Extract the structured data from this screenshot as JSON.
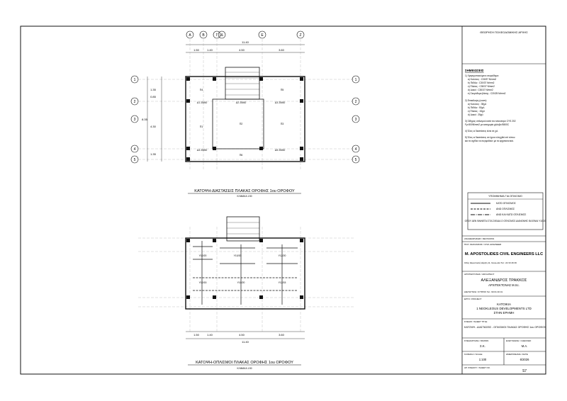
{
  "sheet": {
    "header_stamp": "ΘΕΩΡΗΣΗ ΠΟΛΕΟΔΟΜΙΚΗΣ ΑΡΧΗΣ",
    "notes_title": "ΣΗΜΕΙΩΣΕΙΣ",
    "notes": [
      "1) Χρησιμοποιούμενο σκυρόδεμα:",
      "a) Κολώνες      : C30/37 N/mm2",
      "b) Πέδιλα        : C30/37 N/mm2",
      "c) Πλάκες        : C30/37 N/mm2",
      "d) Δοκοί          : C30/37 N/mm2",
      "e) Σκυρόδεμα βάσης  : C20/25 N/mm2",
      "2) Επικάλυψη (cover):",
      "a) Κολώνες     : 35χιλ",
      "b) Πέδιλα       : 50χιλ",
      "c) Πλάκες       : 15χιλ",
      "d) Δοκοί        : 25χιλ",
      "3) Σίδηρος οπλισμού κατά τον κανονισμό CYS 202",
      "Fy=500N/mm2 με κατηγορία χάλυβα B500C",
      "4) Όλες οι διαστάσεις είναι σε χιλ.",
      "5) Όλες οι διαστάσεις να έχουν ελεγχθεί επί τόπου",
      "και τα σχέδια να συγκριθούν με τα αρχιτεκτονικά."
    ],
    "legend": {
      "title": "ΥΠΟΜΝΗΜΑ ΓΙΑ ΟΠΛΙΣΜΟ",
      "items": [
        "ΚΑΤΩ ΟΠΛΙΣΜΟΣ",
        "ΑΝΩ ΟΠΛΙΣΜΟΣ",
        "ΑΝΩ ΚΑΙ ΚΑΤΩ ΟΠΛΙΣΜΟΣ"
      ],
      "note": "ΟΠΟΥ ΔΕΝ ΦΑΙΝΕΤΑΙ ΣΤΑ ΣΧΕΔΙΑ Ο ΟΠΛΙΣΜΟΣ ΔΙΑΝΟΜΗΣ ΘΑ ΕΙΝΑΙ Y10/20"
    },
    "revisions_label": "ΑΝΑΘΕΩΡΗΣΕΙΣ / REVISIONS",
    "engineer_label": "ΠΟΛ. ΜΗΧΑΝΙΚΟΣ / CIVIL ENGINEER",
    "engineer_name": "M. APOSTOLIDES CIVIL ENGINEERS LLC",
    "engineer_details": "Οδός Θεμιστοκλή Δέρβη 11, Λευκωσία    Tel.: 22 33 46 06",
    "architect_label": "ΑΡΧΙΤΕΚΤΟΝΑΣ / ARCHITECT",
    "architect_name": "ΑΛΕΞΑΝΔΡΟΣ ΤΡΑΚΚΟΣ",
    "architect_title": "ΑΡΧΙΤΕΚΤΟΝΑΣ M.Sc.",
    "architect_details": "ΔΙΕΥΘΥΝΣΗ: ΚΥΠΡΟΣ    Tel.: 99 61 00 01",
    "project_label": "ΕΡΓΟ / PROJECT",
    "project_lines": [
      "ΚΑΤΟΙΚΙΑ",
      "1 NEOKLEOUS DEVELOPMENTS LTD",
      "ΣΤΗΝ ΕΡΗΜΗ"
    ],
    "sheet_title_label": "ΣΧΕΔΙΟ / SHEET TITLE",
    "sheet_title": "ΚΑΤΟΨΗ - ΔΙΑΣΤΑΣΕΙΣ - ΟΠΛΙΣΜΟΙ ΠΛΑΚΑΣ ΟΡΟΦΗΣ 1ου ΟΡΟΦΟΥ",
    "drawn_label": "ΣΧΕΔΙΑΣΤΗΚΕ / DRAWN",
    "drawn_value": "Σ.Κ.",
    "checked_label": "ΕΛΕΓΧΘΗΚΕ / CHECKED",
    "checked_value": "Μ.Α.",
    "scale_label": "ΚΛΙΜΑΚΑ / SCALE",
    "scale_value": "1:100",
    "date_label": "ΗΜΕΡΟΜΗΝΙΑ / DATE",
    "date_value": "6/2026",
    "sheetno_label": "ΑΡ. ΣΧΕΔΙΟΥ / SHEET NO.",
    "sheetno_value": "S7"
  },
  "plans": {
    "top": {
      "title": "ΚΑΤΟΨΗ-ΔΙΑΣΤΑΣΕΙΣ ΠΛΑΚΑΣ ΟΡΟΦΗΣ 1ου ΟΡΟΦΟΥ",
      "scale": "ΚΛΙΜΑΚΑ 1:50",
      "axes_letters": [
        "Α",
        "Β",
        "Γ",
        "Δ",
        "Ε",
        "Ζ"
      ],
      "axes_numbers": [
        "1",
        "2",
        "3",
        "4",
        "5"
      ],
      "dim_overall": "11.40",
      "dim_parts": [
        "1.50",
        "1.40",
        "4.50",
        "3.60"
      ],
      "dim_left": [
        "1.35",
        "0.85",
        "4.30",
        "1.35"
      ],
      "dim_left_total": "8.35",
      "slab_labels": [
        "Π1",
        "Π2",
        "Π3",
        "Π4",
        "Π5",
        "Π6"
      ],
      "beam_labels": [
        "Δ1 25/60",
        "Δ2 25/60",
        "Δ3 25/60",
        "Δ4 25/60",
        "Δ5 25/60"
      ]
    },
    "bottom": {
      "title": "ΚΑΤΟΨΗ-ΟΠΛΙΣΜΟΙ ΠΛΑΚΑΣ ΟΡΟΦΗΣ 1ου ΟΡΟΦΟΥ",
      "scale": "ΚΛΙΜΑΚΑ 1:50",
      "dim_overall": "11.40",
      "dim_parts": [
        "1.50",
        "1.40",
        "4.50",
        "3.60"
      ],
      "rebar_labels": [
        "Y10/20",
        "Y10/20",
        "Y12/20",
        "Y10/15",
        "Y10/20",
        "Y12/15"
      ]
    }
  }
}
